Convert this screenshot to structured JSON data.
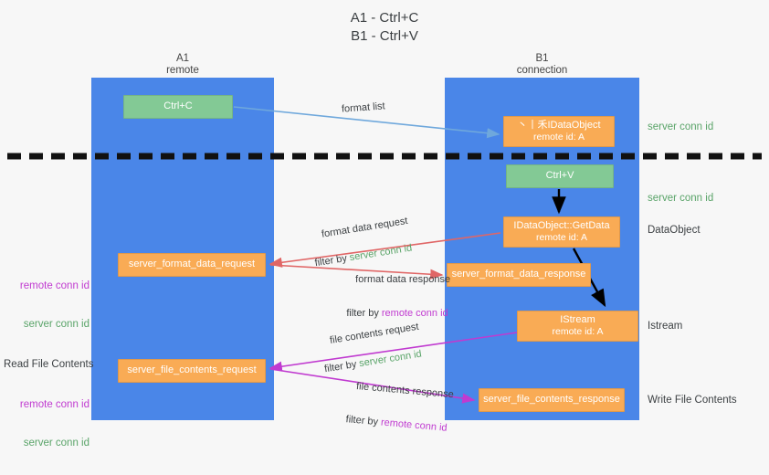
{
  "title": "A1 - Ctrl+C\nB1 - Ctrl+V",
  "colors": {
    "lane": "#4a86e8",
    "green_box": "#83c995",
    "orange_box": "#f9ab55",
    "green_text": "#5aa469",
    "magenta_text": "#c03ad0",
    "blue_arrow": "#6fa8dc",
    "red_arrow": "#e06666",
    "magenta_arrow": "#c03ad0",
    "black_arrow": "#000000",
    "background": "#f7f7f7"
  },
  "columns": [
    {
      "name": "A1",
      "subtitle": "remote",
      "header": "A1\nremote"
    },
    {
      "name": "B1",
      "subtitle": "connection",
      "header": "B1\nconnection"
    }
  ],
  "boxes": {
    "ctrl_c": {
      "label": "Ctrl+C",
      "style": "green"
    },
    "ifdataobject": {
      "line1": "⼂⼁⽲IDataObject",
      "line2": "remote id: A",
      "style": "orange"
    },
    "ctrl_v": {
      "label": "Ctrl+V",
      "style": "green"
    },
    "getdata": {
      "line1": "IDataObject::GetData",
      "line2": "remote id: A",
      "style": "orange"
    },
    "server_format_data_request": {
      "label": "server_format_data_request",
      "style": "orange"
    },
    "server_format_data_response": {
      "label": "server_format_data_response",
      "style": "orange"
    },
    "istream": {
      "line1": "IStream",
      "line2": "remote id: A",
      "style": "orange"
    },
    "server_file_contents_request": {
      "label": "server_file_contents_request",
      "style": "orange"
    },
    "server_file_contents_response": {
      "label": "server_file_contents_response",
      "style": "orange"
    }
  },
  "arrow_labels": {
    "format_list": "format list",
    "format_data_request": "format data request",
    "format_data_request_filter_prefix": "filter by ",
    "format_data_request_filter_value": "server conn id",
    "format_data_response": "format data response",
    "format_data_response_filter_prefix": "filter by ",
    "format_data_response_filter_value": "remote conn id",
    "file_contents_request": "file contents request",
    "file_contents_request_filter_prefix": "filter by ",
    "file_contents_request_filter_value": "server conn id",
    "file_contents_response": "file contents response",
    "file_contents_response_filter_prefix": "filter by ",
    "file_contents_response_filter_value": "remote conn id"
  },
  "side_notes": {
    "server_conn_id_top": "server conn id",
    "server_conn_id_second": "server conn id",
    "dataobject": "DataObject",
    "istream": "Istream",
    "write_file_contents": "Write File Contents"
  },
  "left_notes": {
    "remote_conn_id": "remote conn id",
    "server_conn_id": "server conn id",
    "read_file_contents": "Read File Contents"
  }
}
